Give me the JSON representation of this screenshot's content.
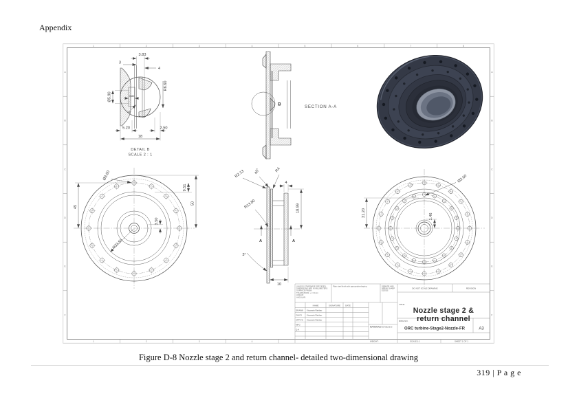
{
  "page": {
    "appendix_label": "Appendix",
    "caption": "Figure D-8 Nozzle stage 2 and return channel- detailed two-dimensional drawing",
    "page_number": "319 | P a g e"
  },
  "sheet": {
    "zones_top": [
      "1",
      "2",
      "3",
      "4",
      "5",
      "6",
      "7",
      "8"
    ],
    "zones_bottom": [
      "1",
      "2",
      "3",
      "4"
    ],
    "zones_left": [
      "A",
      "B",
      "C",
      "D",
      "E",
      "F"
    ],
    "zones_right": [
      "A",
      "B",
      "C",
      "D",
      "E",
      "F"
    ]
  },
  "views": {
    "detail_b": {
      "label_line1": "DETAIL B",
      "label_line2": "SCALE 2 : 1",
      "dims": {
        "width_383": "3.83",
        "left_3": "3",
        "right_4": "4",
        "bore_dia": "Ø5.90",
        "radius_r660": "R6.60",
        "gap_080": "0.80",
        "angle_14": "14°",
        "left_520": "5.20",
        "right_250": "2.50",
        "total_18": "18"
      }
    },
    "section_aa": {
      "label": "SECTION A-A",
      "detail_marker": "B"
    },
    "front_left": {
      "dims": {
        "dia_hole": "Ø3.60",
        "v45": "45",
        "v951": "9.51",
        "v50": "50",
        "v350": "3.50",
        "r3350": "R33.50"
      }
    },
    "side_profile": {
      "cut_label": "A",
      "dims": {
        "r213": "R2.13",
        "a45": "45°",
        "r4": "R4",
        "w4": "4",
        "h1899": "18.99",
        "r1380": "R13.80",
        "a3": "3°",
        "w10": "10"
      }
    },
    "front_right": {
      "dims": {
        "dia_hole": "Ø3.60",
        "v3120": "31.20",
        "v146": "1.46"
      }
    }
  },
  "title_block": {
    "tolerance_note_lines": [
      "UNLESS OTHERWISE SPECIFIED:",
      "DIMENSIONS ARE IN MILLIMETERS",
      "SURFACE FINISH:",
      "TOLERANCES: +/- 0.1mm",
      "   LINEAR:",
      "   ANGULAR:"
    ],
    "finish_note": "Plain steel finish with appropriate shaping",
    "deburr_note_lines": [
      "DEBURR AND",
      "BREAK SHARP",
      "EDGES"
    ],
    "do_not_scale": "DO NOT SCALE DRAWING",
    "revision": "REVISION",
    "table": {
      "headers": [
        "NAME",
        "SIGNATURE",
        "DATE"
      ],
      "rows": [
        {
          "role": "DRAWN",
          "name": "Kiyarash Rahbar"
        },
        {
          "role": "CHK'D",
          "name": "Kiyarash Rahbar"
        },
        {
          "role": "APPV'D",
          "name": "Kiyarash Rahbar"
        },
        {
          "role": "MFG",
          "name": ""
        },
        {
          "role": "Q.A",
          "name": ""
        }
      ]
    },
    "material_label": "MATERIAL:",
    "material_value": "Al-Si Machine",
    "weight_label": "WEIGHT:",
    "title_label": "TITLE:",
    "title_line1": "Nozzle stage 2 &",
    "title_line2": "return channel",
    "dwg_label": "DWG NO.",
    "dwg_no": "ORC turbine-Stage2-Nozzle-FR",
    "paper_size": "A3",
    "scale_label": "SCALE:1:1",
    "sheet_label": "SHEET 1 OF 1"
  }
}
